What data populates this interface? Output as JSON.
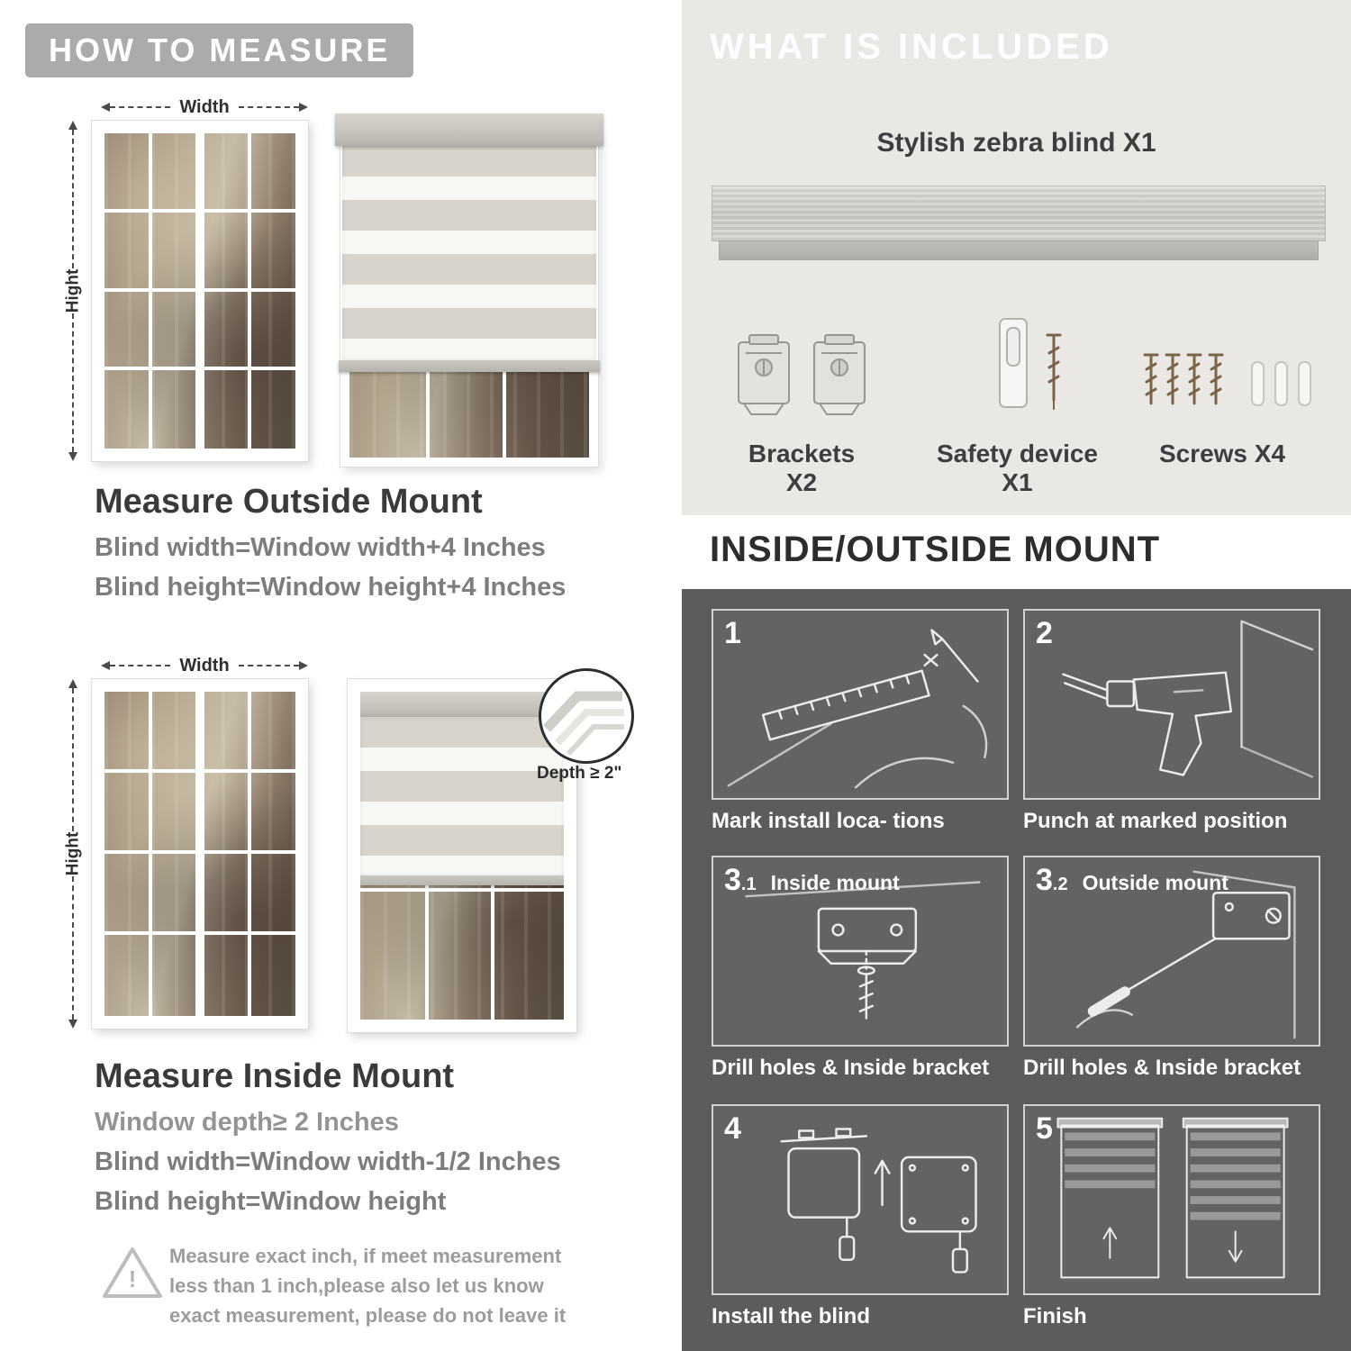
{
  "left_panel": {
    "header": "HOW TO MEASURE",
    "outside_mount": {
      "width_label": "Width",
      "height_label": "Hight",
      "title": "Measure Outside Mount",
      "lines": [
        "Blind width=Window width+4 Inches",
        "Blind height=Window height+4 Inches"
      ]
    },
    "inside_mount": {
      "width_label": "Width",
      "height_label": "Hight",
      "depth_callout": "Depth ≥ 2\"",
      "title": "Measure Inside Mount",
      "lines": [
        "Window depth≥ 2 Inches",
        "Blind width=Window width-1/2 Inches",
        "Blind height=Window height"
      ]
    },
    "warning": {
      "mark": "!",
      "text": "Measure exact inch, if meet measurement less than 1 inch,please also let us know exact measurement, please do not leave it"
    }
  },
  "right_panel": {
    "included": {
      "header": "WHAT IS INCLUDED",
      "product_label": "Stylish zebra blind X1",
      "items": [
        {
          "label": "Brackets X2",
          "icon": "brackets-icon"
        },
        {
          "label": "Safety device X1",
          "icon": "safety-device-icon"
        },
        {
          "label": "Screws X4",
          "icon": "screws-icon"
        }
      ]
    },
    "mount_guide": {
      "header": "INSIDE/OUTSIDE MOUNT",
      "steps": [
        {
          "num": "1",
          "sub": "",
          "tag": "",
          "caption": "Mark install loca- tions"
        },
        {
          "num": "2",
          "sub": "",
          "tag": "",
          "caption": "Punch at  marked position"
        },
        {
          "num": "3",
          "sub": ".1",
          "tag": "Inside mount",
          "caption": "Drill holes &  Inside bracket"
        },
        {
          "num": "3",
          "sub": ".2",
          "tag": "Outside mount",
          "caption": "Drill holes &  Inside bracket"
        },
        {
          "num": "4",
          "sub": "",
          "tag": "",
          "caption": "Install the blind"
        },
        {
          "num": "5",
          "sub": "",
          "tag": "",
          "caption": "Finish"
        }
      ]
    }
  },
  "colors": {
    "header_badge": "#ababab",
    "light_section_bg": "#e9e8e5",
    "dark_section_bg": "#5c5c5c",
    "heading_text": "#3a3a3a",
    "sub_text": "#7d7d7d"
  }
}
